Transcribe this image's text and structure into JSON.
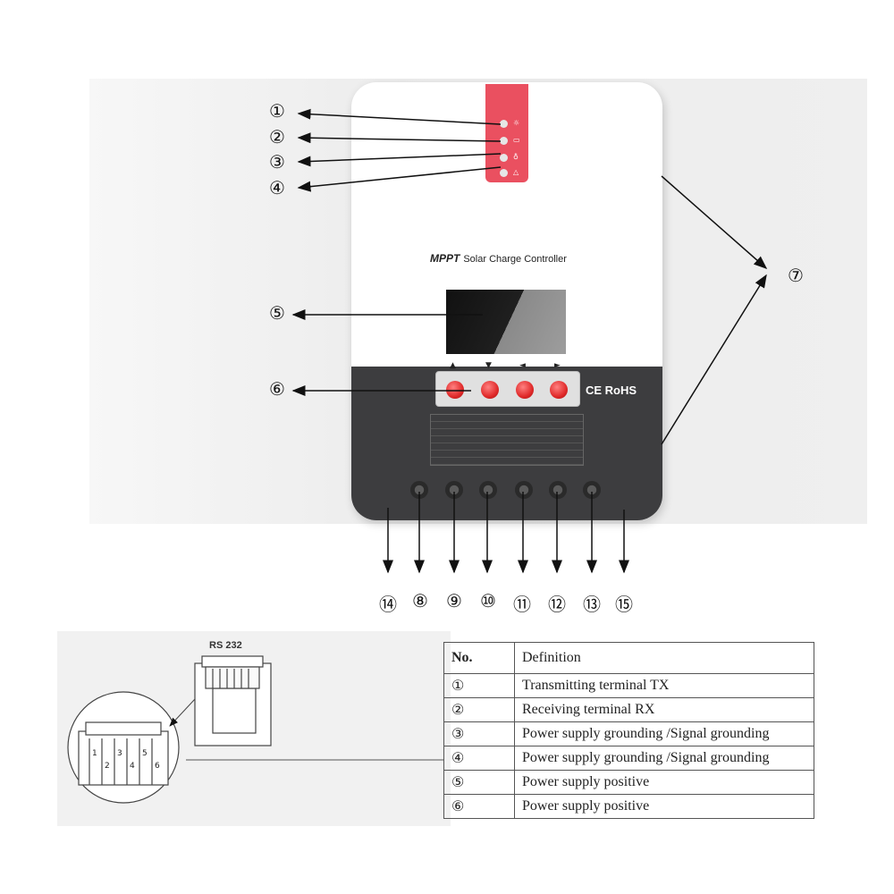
{
  "device": {
    "brand": "MPPT",
    "subtitle": "Solar Charge Controller",
    "cert": "CE RoHS",
    "buttons": [
      "▲",
      "▼",
      "◄",
      "►"
    ]
  },
  "callouts": [
    "①",
    "②",
    "③",
    "④",
    "⑤",
    "⑥",
    "⑦",
    "⑧",
    "⑨",
    "⑩",
    "⑪",
    "⑫",
    "⑬",
    "⑭",
    "⑮"
  ],
  "rs232": {
    "label": "RS 232",
    "pins": [
      "1",
      "2",
      "3",
      "4",
      "5",
      "6"
    ]
  },
  "table": {
    "headers": [
      "No.",
      "Definition"
    ],
    "rows": [
      {
        "no": "①",
        "definition": "Transmitting terminal TX"
      },
      {
        "no": "②",
        "definition": "Receiving terminal RX"
      },
      {
        "no": "③",
        "definition": "Power supply grounding /Signal grounding"
      },
      {
        "no": "④",
        "definition": "Power supply grounding /Signal grounding"
      },
      {
        "no": "⑤",
        "definition": "Power supply positive"
      },
      {
        "no": "⑥",
        "definition": "Power supply positive"
      }
    ]
  },
  "colors": {
    "accent": "#ea5060",
    "body": "#3d3d3f"
  }
}
